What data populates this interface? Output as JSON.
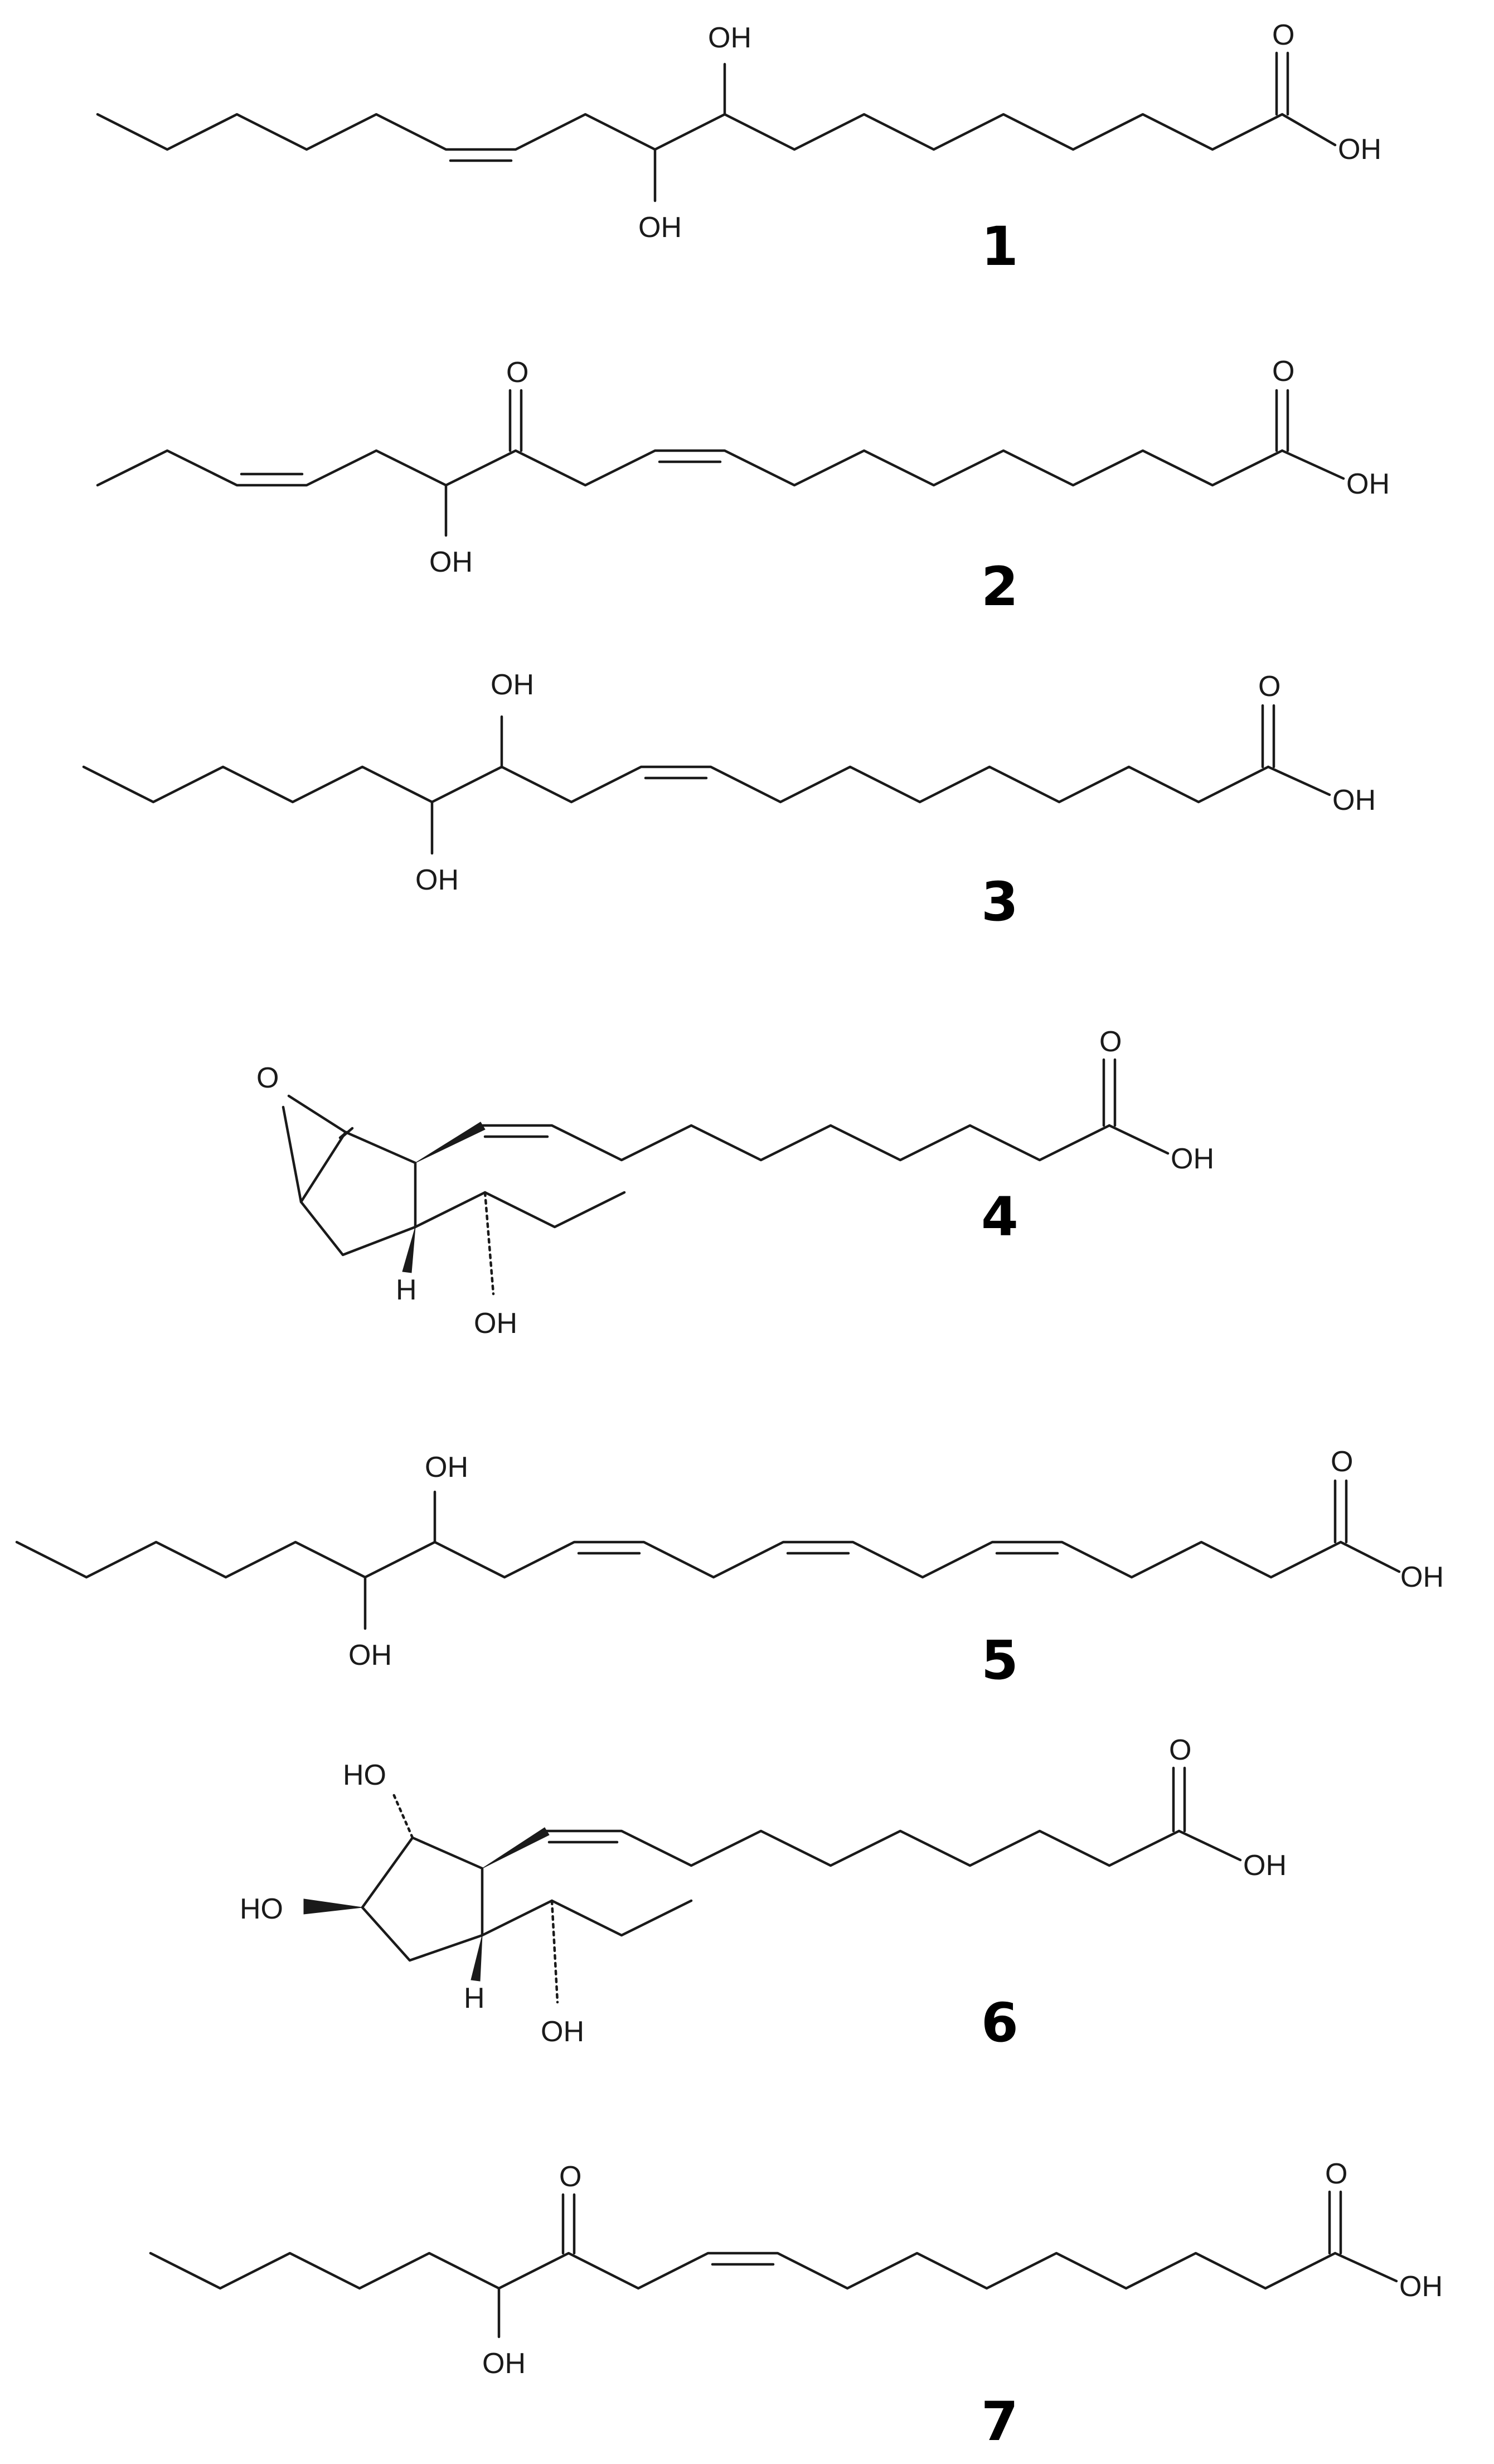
{
  "figure": {
    "structures": [
      {
        "id": "s1",
        "number": "1",
        "labels": {
          "oh_top": "OH",
          "oh_bottom": "OH",
          "acid_o": "O",
          "acid_oh": "OH"
        }
      },
      {
        "id": "s2",
        "number": "2",
        "labels": {
          "keto_o": "O",
          "oh_bottom": "OH",
          "acid_o": "O",
          "acid_oh": "OH"
        }
      },
      {
        "id": "s3",
        "number": "3",
        "labels": {
          "oh_top": "OH",
          "oh_bottom": "OH",
          "acid_o": "O",
          "acid_oh": "OH"
        }
      },
      {
        "id": "s4",
        "number": "4",
        "labels": {
          "epoxide_o": "O",
          "h": "H",
          "oh": "OH",
          "acid_o": "O",
          "acid_oh": "OH"
        }
      },
      {
        "id": "s5",
        "number": "5",
        "labels": {
          "oh_top": "OH",
          "oh_bottom": "OH",
          "acid_o": "O",
          "acid_oh": "OH"
        }
      },
      {
        "id": "s6",
        "number": "6",
        "labels": {
          "ho_top": "HO",
          "ho_left": "HO",
          "h": "H",
          "oh": "OH",
          "acid_o": "O",
          "acid_oh": "OH"
        }
      },
      {
        "id": "s7",
        "number": "7",
        "labels": {
          "keto_o": "O",
          "oh_bottom": "OH",
          "acid_o": "O",
          "acid_oh": "OH"
        }
      }
    ]
  }
}
